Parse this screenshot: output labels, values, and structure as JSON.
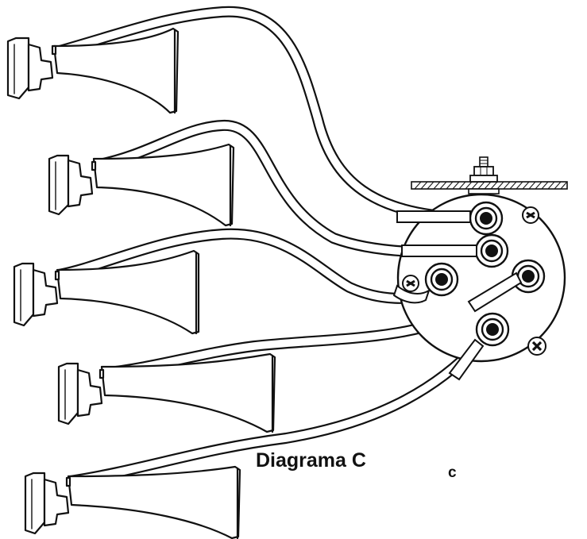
{
  "diagram": {
    "caption": "Diagrama C",
    "corner_letter": "c",
    "ink_color": "#111111",
    "background_color": "#ffffff",
    "horn_count": 5,
    "valve_port_count": 5,
    "mounting_screw_count": 3
  }
}
